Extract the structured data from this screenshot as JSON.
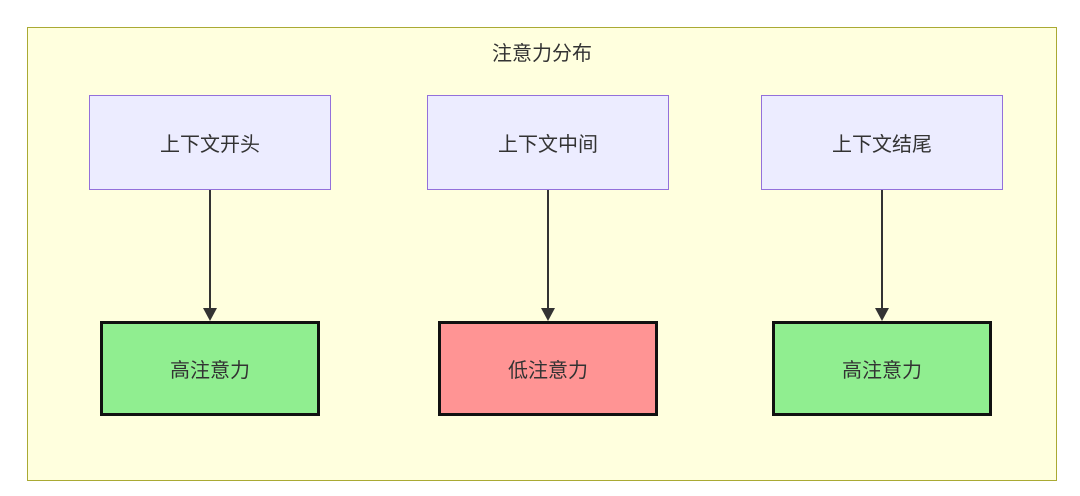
{
  "diagram": {
    "title": "注意力分布",
    "colors": {
      "container_fill": "#ffffde",
      "container_border": "#aaaa33",
      "node_fill": "#ececff",
      "node_border": "#9370db",
      "high_fill": "#90ee90",
      "low_fill": "#ff9494",
      "result_border": "#111111",
      "edge": "#333333",
      "text": "#333333"
    },
    "columns": [
      {
        "source": "上下文开头",
        "target": "高注意力",
        "level": "high"
      },
      {
        "source": "上下文中间",
        "target": "低注意力",
        "level": "low"
      },
      {
        "source": "上下文结尾",
        "target": "高注意力",
        "level": "high"
      }
    ]
  }
}
